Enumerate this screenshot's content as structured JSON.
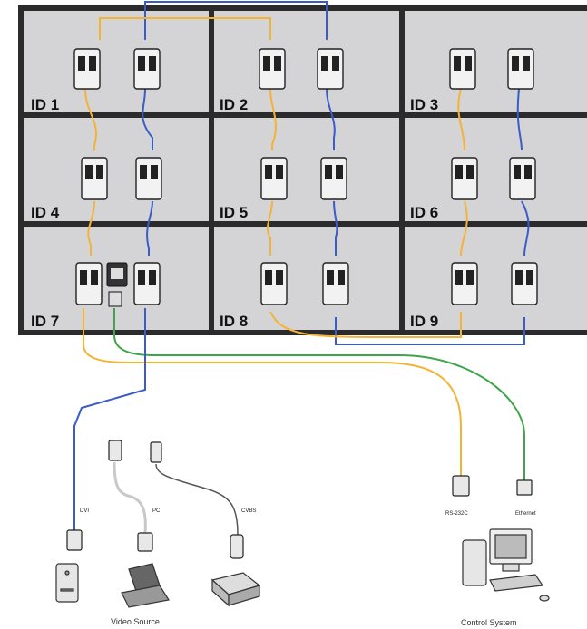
{
  "panels": [
    {
      "label": "ID 1"
    },
    {
      "label": "ID 2"
    },
    {
      "label": "ID 3"
    },
    {
      "label": "ID 4"
    },
    {
      "label": "ID 5"
    },
    {
      "label": "ID 6"
    },
    {
      "label": "ID 7"
    },
    {
      "label": "ID 8"
    },
    {
      "label": "ID 9"
    }
  ],
  "ports": {
    "dvi": "DVI",
    "pc": "PC",
    "cvbs": "CVBS",
    "rs232c": "RS-232C",
    "ethernet": "Ethernet"
  },
  "captions": {
    "video_source": "Video Source",
    "control_system": "Control System"
  },
  "colors": {
    "rs232_cable": "#f5b335",
    "video_cable": "#3a5cc8",
    "ethernet_cable": "#3fa54a",
    "pc_cable": "#c8c8c8",
    "cvbs_cable": "#555555",
    "panel_fill": "#d4d3d6",
    "bezel": "#2b2b2b"
  }
}
